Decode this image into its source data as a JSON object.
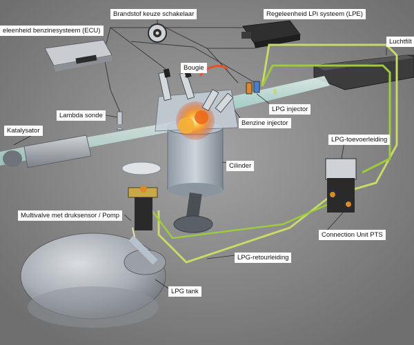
{
  "labels": {
    "ecu": "eleenheid benzinesysteem (ECU)",
    "switch": "Brandstof keuze schakelaar",
    "lpe": "Regeleenheid LPi systeem (LPE)",
    "air_filter": "Luchtfilt",
    "spark_plug": "Bougie",
    "lambda": "Lambda sonde",
    "catalyst": "Katalysator",
    "lpg_injector": "LPG injector",
    "petrol_injector": "Benzine injector",
    "lpg_supply": "LPG-toevoerleiding",
    "cylinder": "Cilinder",
    "multivalve": "Multivalve met druksensor / Pomp",
    "connection_unit": "Connection Unit PTS",
    "lpg_return": "LPG-retourleiding",
    "lpg_tank": "LPG tank"
  },
  "colors": {
    "background": "#8a8a8a",
    "lpg_line": "#c8d86a",
    "supply_line": "#9ecb3c",
    "intake_pipe": "#bfe6e0",
    "exhaust": "#9aa0a6",
    "module_dark": "#2a2a2a",
    "flame": "#f07a1a"
  },
  "icons": [
    "gear-icon"
  ]
}
